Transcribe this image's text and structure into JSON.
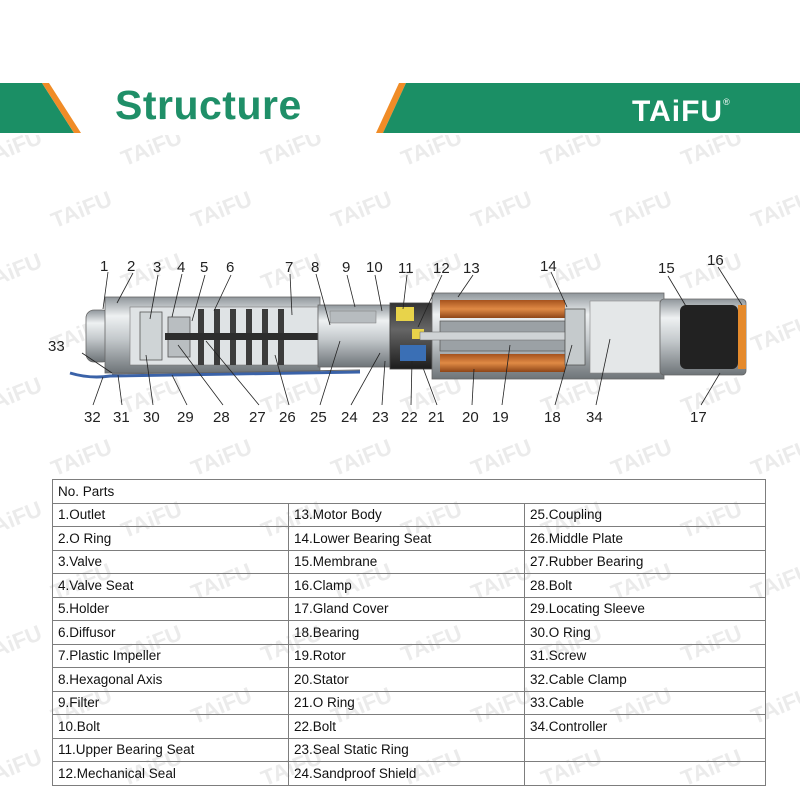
{
  "header": {
    "title": "Structure",
    "brand": "TAiFU",
    "trademark": "®"
  },
  "watermark": {
    "text": "TAiFU"
  },
  "colors": {
    "green": "#1b8f65",
    "orange": "#f08c27",
    "title_green": "#1f8f68"
  },
  "diagram": {
    "callouts": [
      "1",
      "2",
      "3",
      "4",
      "5",
      "6",
      "7",
      "8",
      "9",
      "10",
      "11",
      "12",
      "13",
      "14",
      "15",
      "16",
      "17",
      "18",
      "19",
      "20",
      "21",
      "22",
      "23",
      "24",
      "25",
      "26",
      "27",
      "28",
      "29",
      "30",
      "31",
      "32",
      "33",
      "34"
    ]
  },
  "table": {
    "header": "No. Parts",
    "rows": [
      [
        "1.Outlet",
        "13.Motor Body",
        "25.Coupling"
      ],
      [
        "2.O Ring",
        "14.Lower Bearing Seat",
        "26.Middle Plate"
      ],
      [
        "3.Valve",
        "15.Membrane",
        "27.Rubber Bearing"
      ],
      [
        "4.Valve Seat",
        "16.Clamp",
        "28.Bolt"
      ],
      [
        "5.Holder",
        "17.Gland Cover",
        "29.Locating Sleeve"
      ],
      [
        "6.Diffusor",
        "18.Bearing",
        "30.O Ring"
      ],
      [
        "7.Plastic Impeller",
        "19.Rotor",
        "31.Screw"
      ],
      [
        "8.Hexagonal Axis",
        "20.Stator",
        "32.Cable Clamp"
      ],
      [
        "9.Filter",
        "21.O Ring",
        "33.Cable"
      ],
      [
        "10.Bolt",
        "22.Bolt",
        "34.Controller"
      ],
      [
        "11.Upper Bearing Seat",
        "23.Seal Static Ring",
        ""
      ],
      [
        "12.Mechanical Seal",
        "24.Sandproof Shield",
        ""
      ]
    ]
  }
}
